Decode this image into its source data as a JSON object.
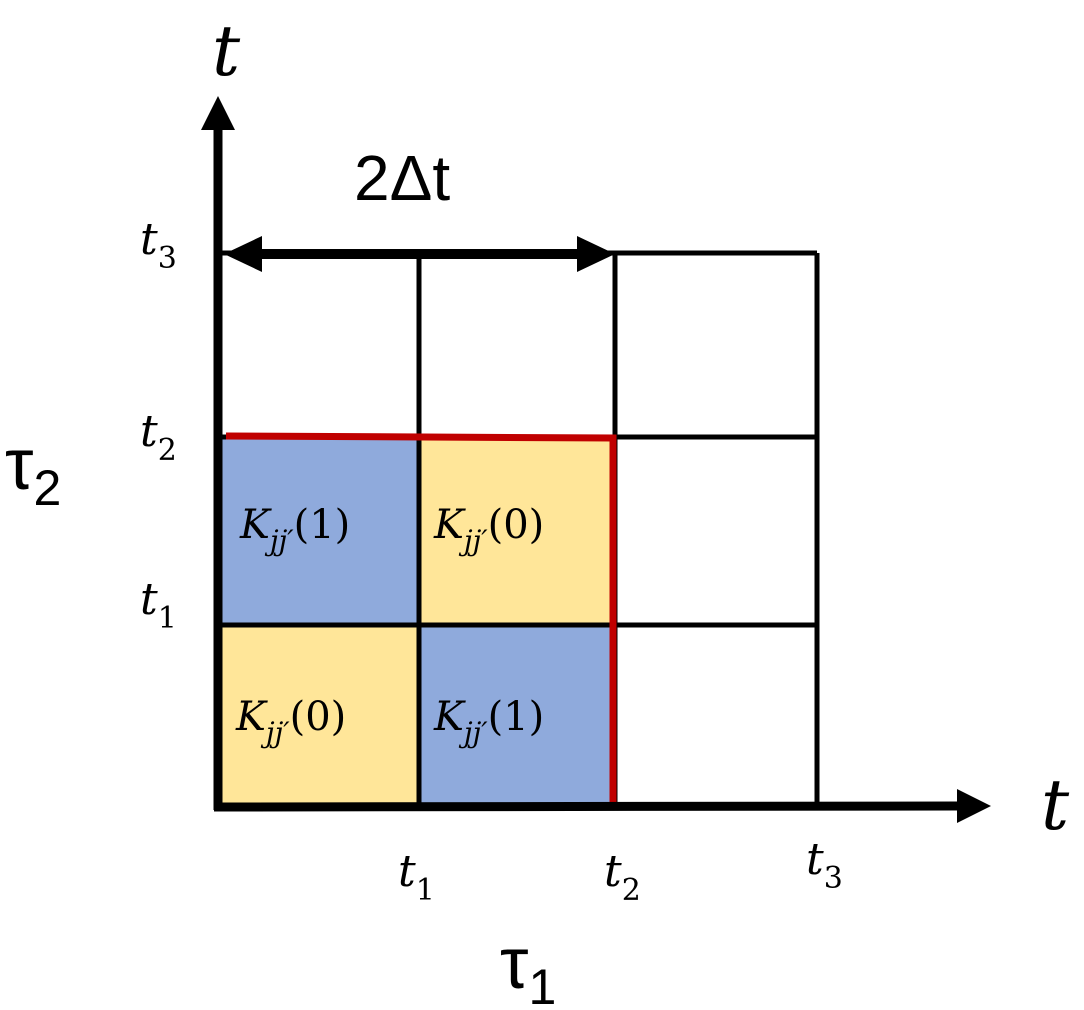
{
  "axes": {
    "vertical_axis_label": "t",
    "horizontal_axis_label": "t",
    "tau2_label": {
      "base": "τ",
      "sub": "2"
    },
    "tau1_label": {
      "base": "τ",
      "sub": "1"
    }
  },
  "span_label": "2Δt",
  "y_ticks": [
    {
      "base": "t",
      "sub": "1"
    },
    {
      "base": "t",
      "sub": "2"
    },
    {
      "base": "t",
      "sub": "3"
    }
  ],
  "x_ticks": [
    {
      "base": "t",
      "sub": "1"
    },
    {
      "base": "t",
      "sub": "2"
    },
    {
      "base": "t",
      "sub": "3"
    }
  ],
  "cells": [
    {
      "base": "K",
      "sub": "jj′",
      "arg": "(0)",
      "fill": "#FFE699"
    },
    {
      "base": "K",
      "sub": "jj′",
      "arg": "(1)",
      "fill": "#8FAADC"
    },
    {
      "base": "K",
      "sub": "jj′",
      "arg": "(1)",
      "fill": "#8FAADC"
    },
    {
      "base": "K",
      "sub": "jj′",
      "arg": "(0)",
      "fill": "#FFE699"
    }
  ],
  "colors": {
    "boundary": "#C00000",
    "grid": "#000000",
    "blue_fill": "#8FAADC",
    "yellow_fill": "#FFE699"
  }
}
